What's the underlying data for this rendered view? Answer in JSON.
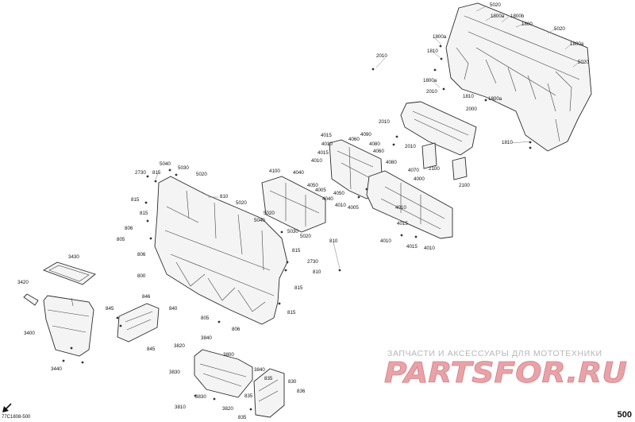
{
  "page_number": "500",
  "drawing_code": "77C1808-500",
  "watermark": {
    "caption": "ЗАПЧАСТИ И АКСЕССУАРЫ ДЛЯ МОТОТЕХНИКИ",
    "logo_text": "PARTSFOR.RU",
    "caption_color": "#b7b7b7",
    "logo_color": "#e8a3a8"
  },
  "icons": {
    "direction_arrow": "arrow-southwest-icon"
  },
  "callouts": {
    "c5020a": "5020",
    "c1800a": "1800a",
    "c1800b": "1800b",
    "c1800": "1800",
    "c5020b": "5020",
    "c1800a2": "1800a",
    "c5020c": "5020",
    "c2010a": "2010",
    "c1810a": "1810",
    "c1800a3": "1800a",
    "c1810b": "1810",
    "c2010b": "2010",
    "c1800a4": "1800a",
    "c2000": "2000",
    "c2010c": "2010",
    "c2010d": "2010",
    "c1810c": "1810",
    "c2100a": "2100",
    "c2100b": "2100",
    "c4015a": "4015",
    "c4090": "4090",
    "c4010a": "4010",
    "c4060a": "4060",
    "c4080a": "4080",
    "c4060b": "4060",
    "c4015b": "4015",
    "c4010b": "4010",
    "c4080b": "4080",
    "c4070": "4070",
    "c4000": "4000",
    "c4100": "4100",
    "c4040a": "4040",
    "c4050a": "4050",
    "c4005a": "4005",
    "c4050b": "4050",
    "c4040b": "4040",
    "c4010c": "4010",
    "c4005b": "4005",
    "c4010d": "4010",
    "c4015c": "4015",
    "c4010e": "4010",
    "c4015d": "4015",
    "c4010f": "4010",
    "c2730a": "2730",
    "c815a": "815",
    "c5040a": "5040",
    "c5030a": "5030",
    "c5020d": "5020",
    "c810a": "810",
    "c815b": "815",
    "c5020e": "5020",
    "c815c": "815",
    "c806a": "806",
    "c805a": "805",
    "c806b": "806",
    "c5020f": "5020",
    "c5040b": "5040",
    "c5030b": "5030",
    "c5020g": "5020",
    "c810b": "810",
    "c815d": "815",
    "c2730b": "2730",
    "c810c": "810",
    "c800": "800",
    "c815e": "815",
    "c815f": "815",
    "c3430": "3430",
    "c3420": "3420",
    "c3400": "3400",
    "c3440": "3440",
    "c845a": "845",
    "c846": "846",
    "c840": "840",
    "c845b": "845",
    "c805b": "805",
    "c806c": "806",
    "c3840a": "3840",
    "c3820a": "3820",
    "c3800": "3800",
    "c3830a": "3830",
    "c3840b": "3840",
    "c835a": "835",
    "c830": "830",
    "c835b": "835",
    "c836": "836",
    "c3830b": "3830",
    "c3810": "3810",
    "c3820b": "3820",
    "c835c": "835"
  }
}
